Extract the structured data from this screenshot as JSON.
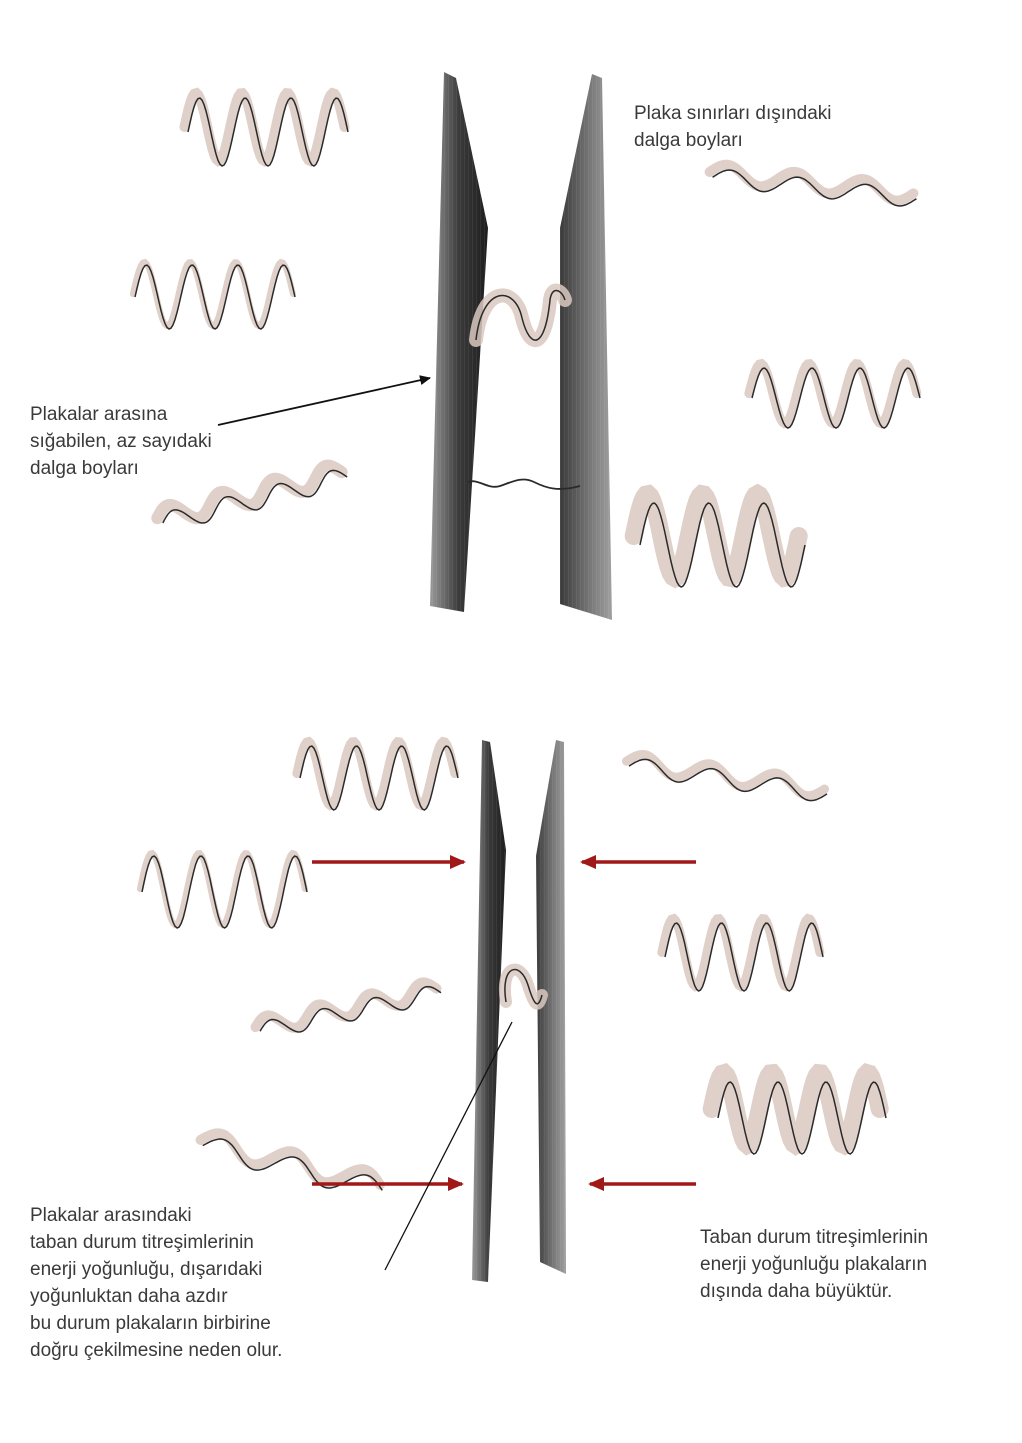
{
  "top_panel": {
    "outside_label": [
      "Plaka sınırları dışındaki",
      "dalga boyları"
    ],
    "inside_label": [
      "Plakalar arasına",
      "sığabilen, az sayıdaki",
      "dalga boyları"
    ]
  },
  "bottom_panel": {
    "inside_label": [
      "Plakalar arasındaki",
      "taban durum titreşimlerinin",
      "enerji yoğunluğu, dışarıdaki",
      "yoğunluktan daha azdır",
      "bu durum plakaların birbirine",
      "doğru çekilmesine neden olur."
    ],
    "outside_label": [
      "Taban durum titreşimlerinin",
      "enerji yoğunluğu plakaların",
      "dışında daha büyüktür."
    ]
  },
  "colors": {
    "plate_dark": "#2b2b2b",
    "plate_mid": "#6a6a6a",
    "wave_ribbon": "#d9c8c0",
    "wave_edge": "#2a2a2a",
    "force_arrow": "#a01818",
    "pointer": "#111111"
  }
}
